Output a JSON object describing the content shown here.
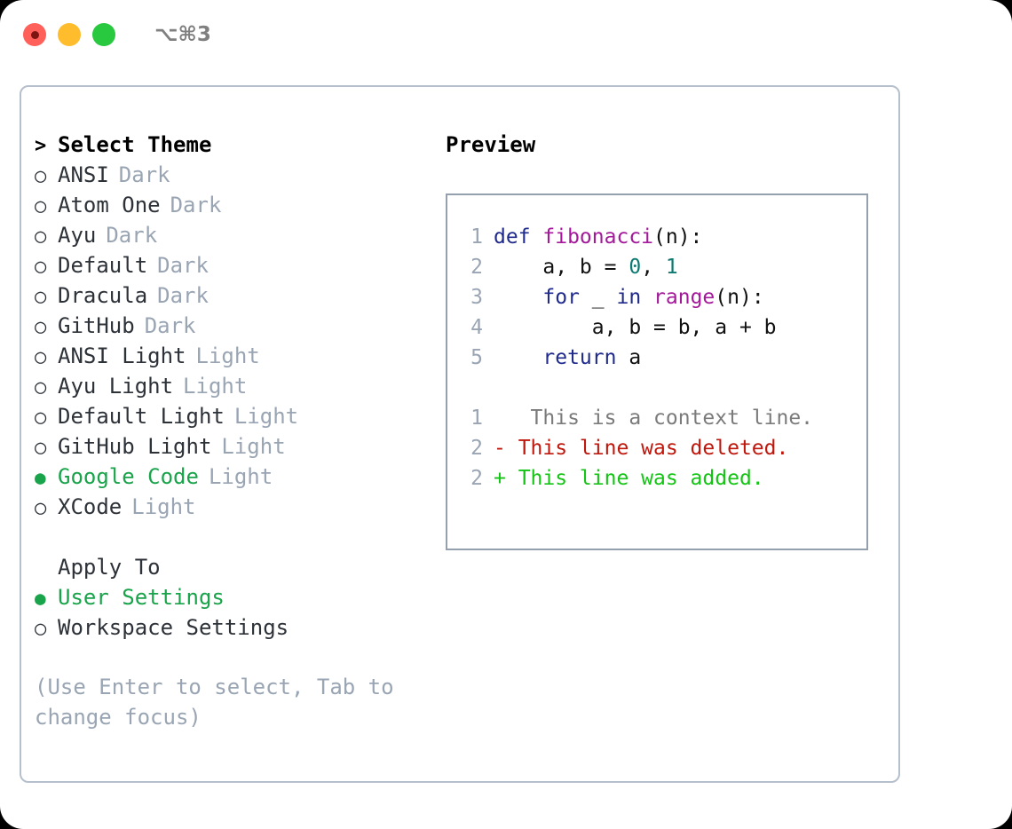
{
  "titlebar": {
    "shortcut": "⌥⌘3",
    "buttons": [
      "close",
      "minimize",
      "zoom"
    ]
  },
  "left": {
    "prompt_marker": ">",
    "title": "Select Theme",
    "marker_unselected": "○",
    "marker_selected": "●",
    "themes": [
      {
        "name": "ANSI",
        "tag": "Dark",
        "selected": false
      },
      {
        "name": "Atom One",
        "tag": "Dark",
        "selected": false
      },
      {
        "name": "Ayu",
        "tag": "Dark",
        "selected": false
      },
      {
        "name": "Default",
        "tag": "Dark",
        "selected": false
      },
      {
        "name": "Dracula",
        "tag": "Dark",
        "selected": false
      },
      {
        "name": "GitHub",
        "tag": "Dark",
        "selected": false
      },
      {
        "name": "ANSI Light",
        "tag": "Light",
        "selected": false
      },
      {
        "name": "Ayu Light",
        "tag": "Light",
        "selected": false
      },
      {
        "name": "Default Light",
        "tag": "Light",
        "selected": false
      },
      {
        "name": "GitHub Light",
        "tag": "Light",
        "selected": false
      },
      {
        "name": "Google Code",
        "tag": "Light",
        "selected": true
      },
      {
        "name": "XCode",
        "tag": "Light",
        "selected": false
      }
    ],
    "apply_to_label": "Apply To",
    "apply_to": [
      {
        "name": "User Settings",
        "selected": true
      },
      {
        "name": "Workspace Settings",
        "selected": false
      }
    ],
    "hint": "(Use Enter to select, Tab to change focus)"
  },
  "preview": {
    "title": "Preview",
    "code": [
      {
        "lno": "1",
        "tokens": [
          {
            "t": "def ",
            "c": "kw"
          },
          {
            "t": "fibonacci",
            "c": "fn"
          },
          {
            "t": "(n):",
            "c": "punc"
          }
        ]
      },
      {
        "lno": "2",
        "tokens": [
          {
            "t": "    a, b = ",
            "c": "plain"
          },
          {
            "t": "0",
            "c": "num"
          },
          {
            "t": ", ",
            "c": "plain"
          },
          {
            "t": "1",
            "c": "num"
          }
        ]
      },
      {
        "lno": "3",
        "tokens": [
          {
            "t": "    ",
            "c": "plain"
          },
          {
            "t": "for",
            "c": "kw"
          },
          {
            "t": " _ ",
            "c": "plain"
          },
          {
            "t": "in",
            "c": "kw"
          },
          {
            "t": " ",
            "c": "plain"
          },
          {
            "t": "range",
            "c": "fn"
          },
          {
            "t": "(n):",
            "c": "punc"
          }
        ]
      },
      {
        "lno": "4",
        "tokens": [
          {
            "t": "        a, b = b, a + b",
            "c": "plain"
          }
        ]
      },
      {
        "lno": "5",
        "tokens": [
          {
            "t": "    ",
            "c": "plain"
          },
          {
            "t": "return",
            "c": "kw"
          },
          {
            "t": " a",
            "c": "plain"
          }
        ]
      }
    ],
    "diff": [
      {
        "lno": "1",
        "sign": " ",
        "text": "  This is a context line.",
        "kind": "ctx"
      },
      {
        "lno": "2",
        "sign": "-",
        "text": " This line was deleted.",
        "kind": "del"
      },
      {
        "lno": "2",
        "sign": "+",
        "text": " This line was added.",
        "kind": "add"
      }
    ]
  },
  "colors": {
    "accent_green": "#19a34a",
    "muted": "#9aa5b4",
    "keyword": "#1f2a8c",
    "function": "#a3199a",
    "number": "#0d7a72",
    "diff_add": "#14c414",
    "diff_del": "#c0170c",
    "panel_border": "#b6bfcc",
    "preview_border": "#95a0ae"
  }
}
